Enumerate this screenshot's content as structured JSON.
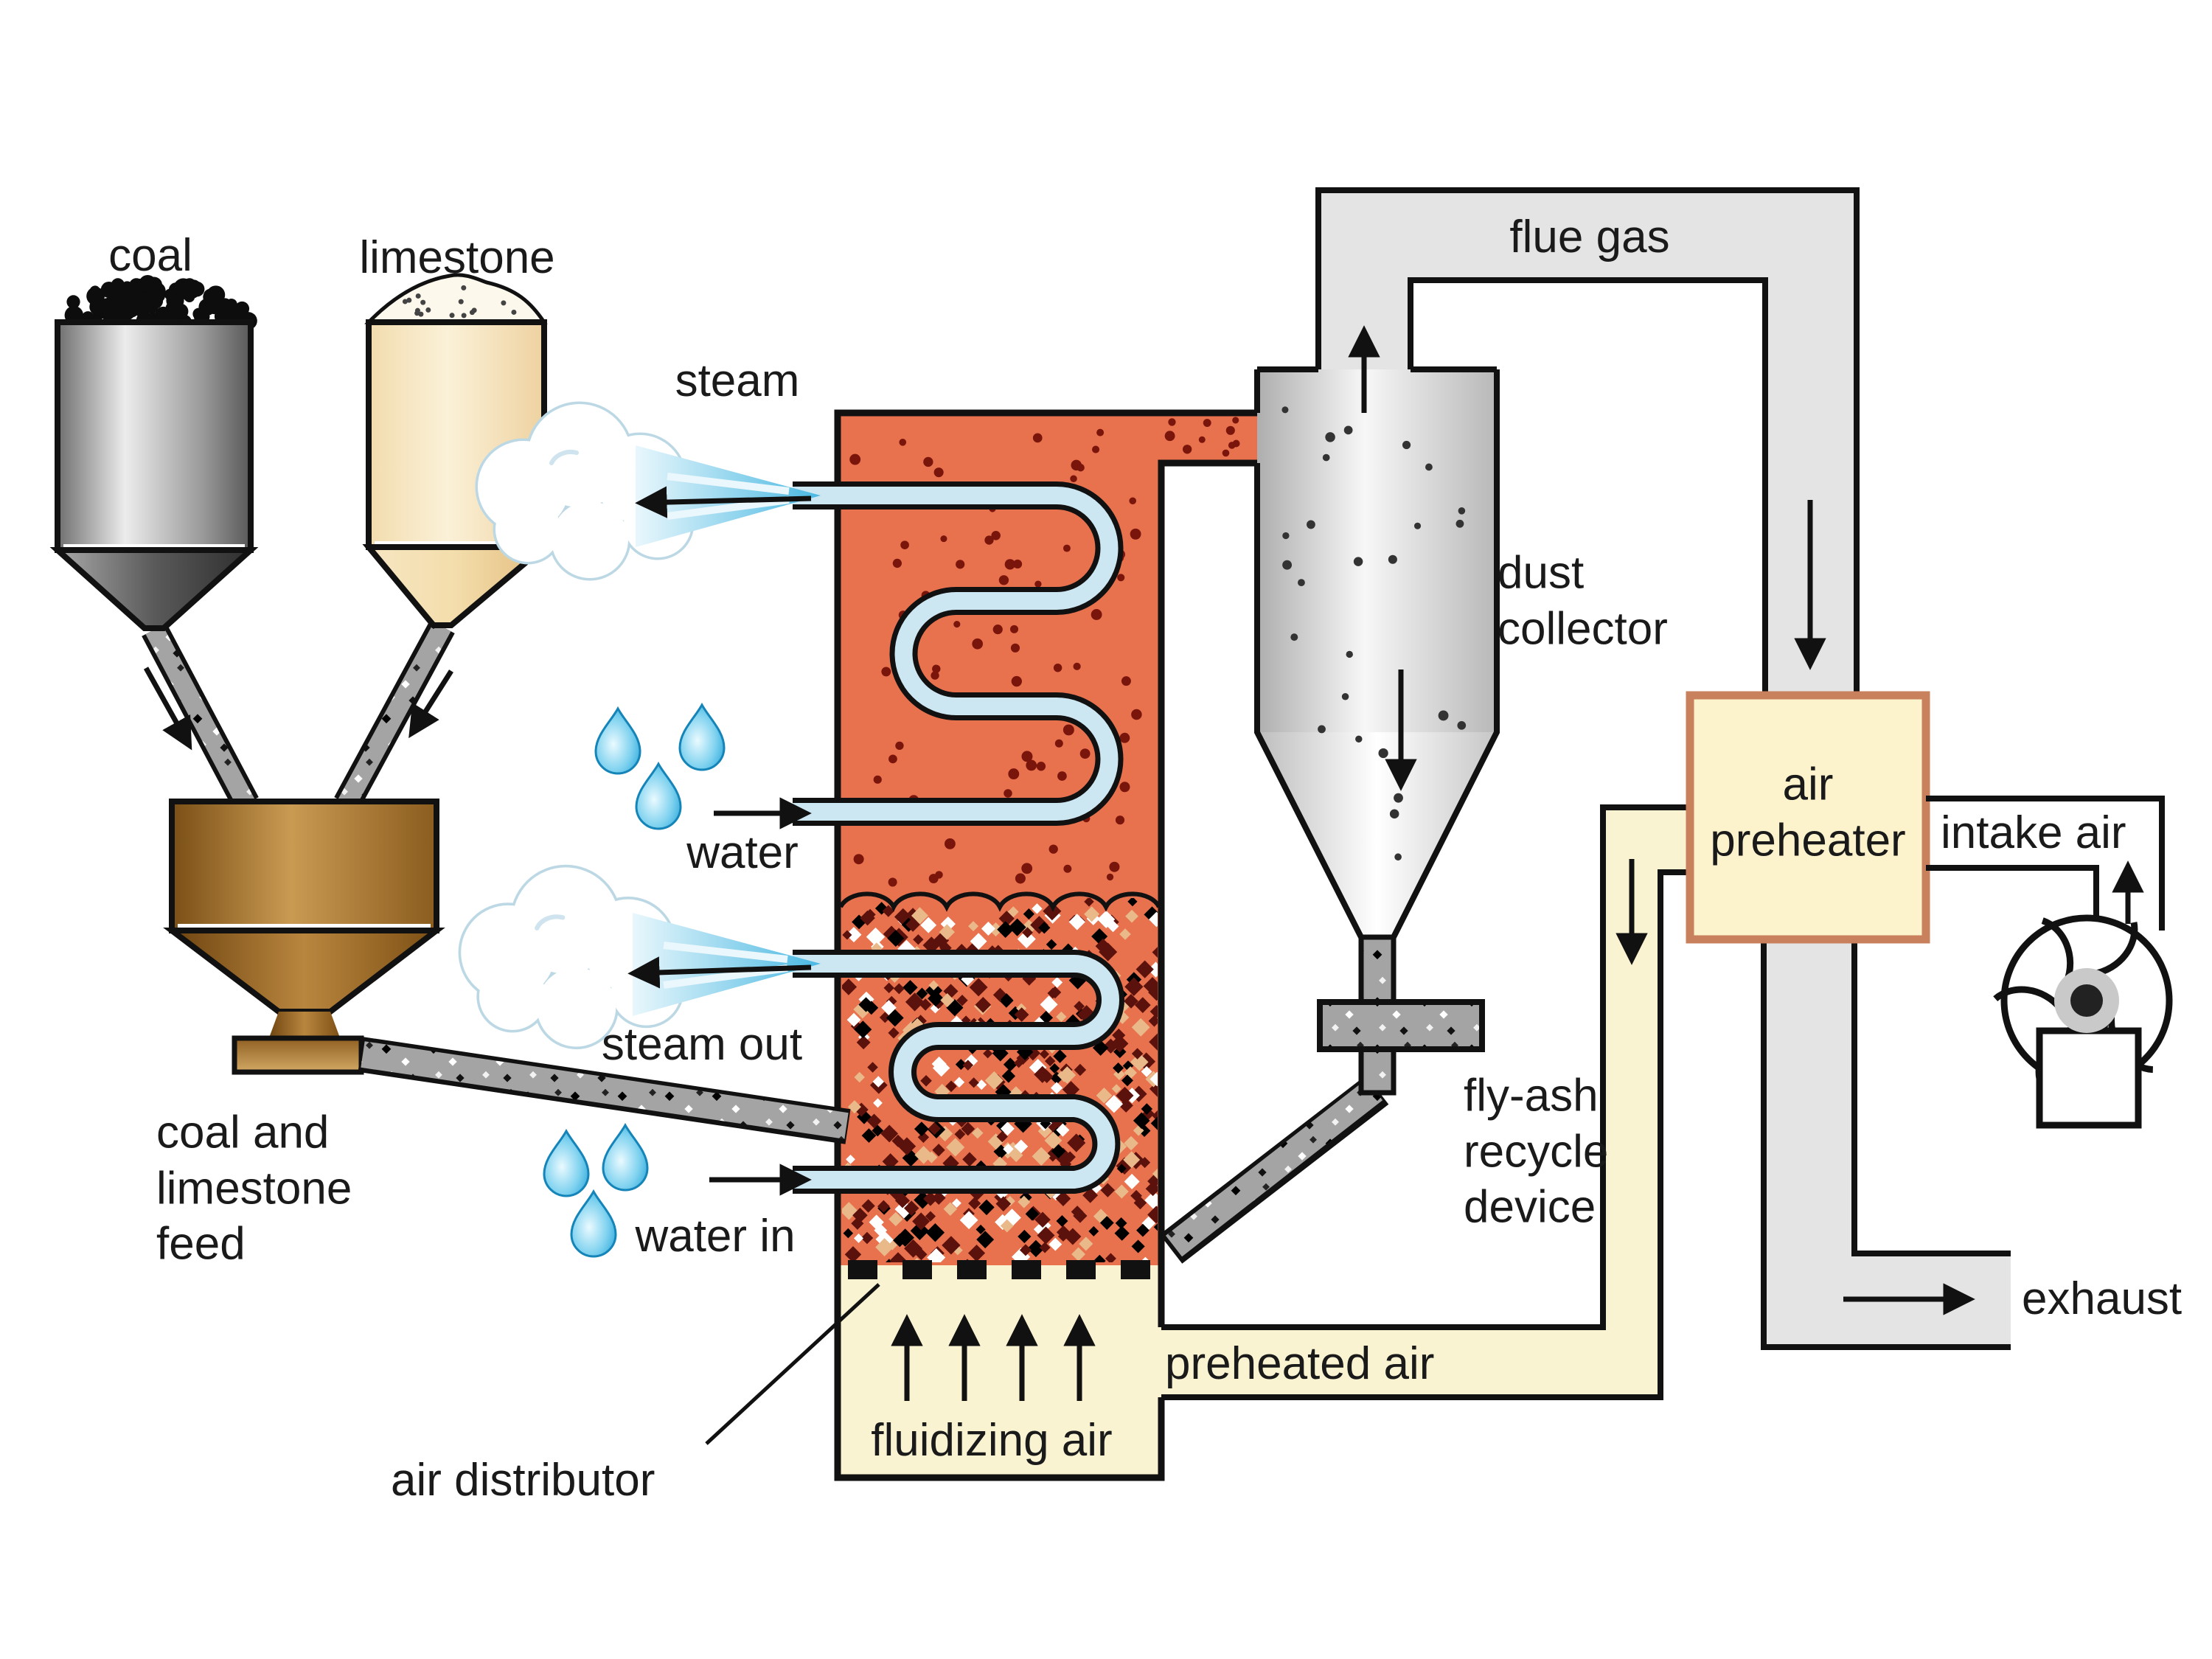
{
  "title": "fluidized-bed coal combustion system diagram",
  "labels": {
    "coal": "coal",
    "limestone": "limestone",
    "steam": "steam",
    "water": "water",
    "steam_out": "steam out",
    "water_in": "water in",
    "feed": "coal and\nlimestone\nfeed",
    "air_distributor": "air distributor",
    "fluidizing_air": "fluidizing air",
    "preheated_air": "preheated air",
    "flue_gas": "flue gas",
    "dust_collector": "dust\ncollector",
    "fly_ash": "fly-ash\nrecycle\ndevice",
    "air_preheater": "air\npreheater",
    "intake_air": "intake air",
    "exhaust": "exhaust"
  },
  "colors": {
    "text": "#1a1a1a",
    "outline": "#111111",
    "combustor_red": "#e8714e",
    "freeboard_dot": "#7a150c",
    "bed_dot_dark": "#5c120c",
    "bed_dot_tan": "#e9b98a",
    "pipe_blue": "#cde7f2",
    "duct_gray": "#e4e4e4",
    "cream": "#f9f3d2",
    "preheater_fill": "#fcf3cc",
    "preheater_border": "#c9805c",
    "tube_gray": "#a4a4a4",
    "water_blue": "#2fa8dd",
    "spray_blue": "#49b8e2",
    "cloud_edge": "#bcd8e4",
    "hopper_brown_dark": "#7a4f16",
    "hopper_brown_light": "#c99a52"
  },
  "icons": [
    "flow-arrow",
    "up-arrow",
    "down-arrow",
    "steam-cloud",
    "spray-cone",
    "water-droplet",
    "blower-fan",
    "coal-pile",
    "limestone-pile"
  ]
}
